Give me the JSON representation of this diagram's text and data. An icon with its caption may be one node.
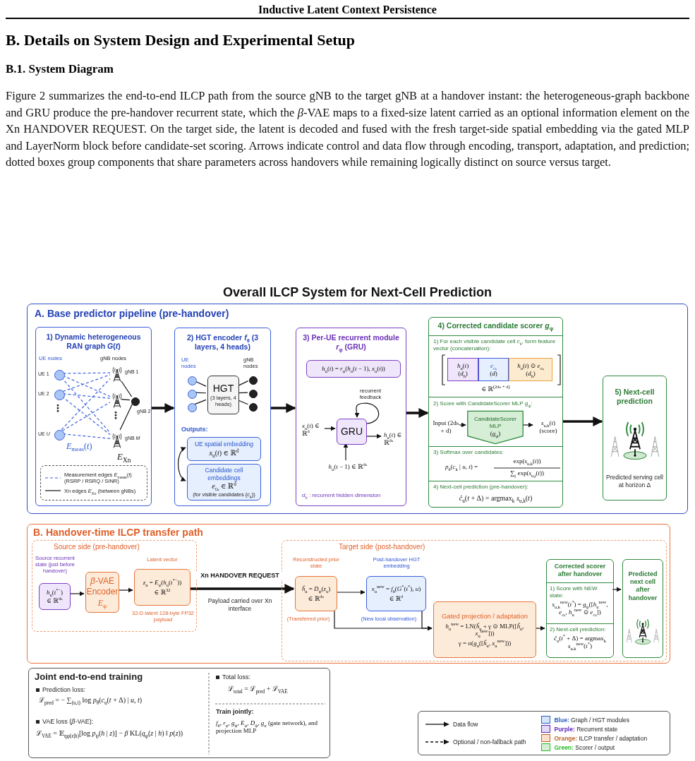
{
  "diagram": {
    "title": "Overall ILCP System for Next-Cell Prediction",
    "nodes": [
      {
        "text": [
          "A. Base predictor pipeline (pre-handover)"
        ]
      },
      {
        "text": [
          "1) Dynamic heterogeneous RAN graph *G*(*t*)"
        ],
        "in": 0
      },
      {
        "text": [],
        "shape": "circle",
        "in": 1,
        "beside": [
          "UE 1"
        ]
      },
      {
        "text": [],
        "shape": "circle",
        "in": 1,
        "beside": [
          "UE 2"
        ]
      },
      {
        "text": [],
        "shape": "circle",
        "in": 1,
        "beside": [
          "UE *U*"
        ]
      },
      {
        "text": [],
        "shape": "antenna",
        "in": 1,
        "beside": [
          "gNB 1"
        ]
      },
      {
        "text": [],
        "shape": "antenna",
        "in": 1
      },
      {
        "text": [],
        "shape": "circle",
        "in": 1,
        "beside": [
          "gNB 2"
        ]
      },
      {
        "text": [],
        "shape": "antenna",
        "in": 1,
        "beside": [
          "gNB *M*"
        ]
      },
      {
        "text": [
          "Measurement edges *E*$_{meas}$(*t*) (RSRP / RSRQ / SINR)",
          "Xn edges *E*$_{Xn}$ (between gNBs)"
        ],
        "in": 1
      },
      {
        "text": [
          "2) HGT encoder *f*$_{θ}$ (3 layers, 4 heads)"
        ],
        "in": 0
      },
      {
        "text": [],
        "shape": "circle",
        "in": 10
      },
      {
        "text": [],
        "shape": "circle",
        "in": 10
      },
      {
        "text": [],
        "shape": "circle",
        "in": 10
      },
      {
        "text": [
          "HGT",
          "(3 layers, 4 heads)"
        ],
        "in": 10
      },
      {
        "text": [],
        "shape": "circle",
        "in": 10
      },
      {
        "text": [],
        "shape": "circle",
        "in": 10
      },
      {
        "text": [],
        "shape": "circle",
        "in": 10
      },
      {
        "text": [
          "UE spatial embedding",
          "*x*$_{u}$(*t*) ∈ ℝ$^{d}$"
        ],
        "in": 10
      },
      {
        "text": [
          "Candidate cell embeddings",
          "*e*$_{cₖ}$ ∈ ℝ$^{d}$",
          "(for visible candidates {*c*$_{k}$})"
        ],
        "in": 10
      },
      {
        "text": [
          "3) Per-UE recurrent module *r*$_{φ}$ (GRU)"
        ],
        "in": 0
      },
      {
        "text": [
          "*h*$_{u}$(*t*) = *r*$_{φ}$(*h*$_{u}$(*t* − 1), *x*$_{u}$(*t*))"
        ],
        "in": 20
      },
      {
        "text": [
          "GRU"
        ],
        "in": 20
      },
      {
        "text": [
          "*x*$_{u}$(*t*) ∈ ℝ$^{d}$"
        ],
        "in": 20
      },
      {
        "text": [
          "*h*$_{u}$(*t*) ∈ ℝ$^{dₕ}$"
        ],
        "in": 20
      },
      {
        "text": [
          "*h*$_{u}$(*t* − 1) ∈ ℝ$^{dₕ}$"
        ],
        "in": 20
      },
      {
        "text": [
          "4) Corrected candidate scorer *g*$_{ψ}$"
        ],
        "in": 0
      },
      {
        "text": [
          "1) For each visible candidate cell *c*$_{k}$, form feature vector (concatenation):",
          "∈ ℝ$^{(2dₕ + d)}$"
        ],
        "in": 26
      },
      {
        "text": [
          "*h*$_{u}$(*t*)",
          "(*d*$_{h}$)"
        ],
        "in": 27
      },
      {
        "text": [
          "*e*$_{cₖ}$",
          "(*d*)"
        ],
        "in": 27
      },
      {
        "text": [
          "*h*$_{u}$(*t*) ⊙ *e*$_{cₖ}$",
          "(*d*$_{h}$)"
        ],
        "in": 27
      },
      {
        "text": [
          "2) Score with CandidateScorer MLP *g*$_{ψ}$:"
        ],
        "in": 26
      },
      {
        "text": [
          "Input (2dₕ + d)"
        ],
        "in": 31
      },
      {
        "text": [
          "CandidateScorer MLP",
          "(*g*$_{ψ}$)"
        ],
        "in": 31
      },
      {
        "text": [
          "*s*$_{u,k}$(*t*)",
          "(score)"
        ],
        "in": 31
      },
      {
        "text": [
          "3) Softmax over candidates:",
          "*p*$_{θ}$(*c*$_{k}$ | *u*, *t*) =",
          "exp(*s*$_{u,k}$(*t*))",
          "∑$_{j}$ exp(*s*$_{u,j}$(*t*))"
        ],
        "in": 26
      },
      {
        "text": [
          "4) Next-cell prediction (pre-handover):",
          "*ĉ*$_{u}$(*t* + Δ) = argmax$_{k}$ *s*$_{u,k}$(*t*)"
        ],
        "in": 26
      },
      {
        "text": [
          "5) Next-cell prediction",
          "Predicted serving cell at horizon Δ"
        ],
        "in": 0
      },
      {
        "text": [
          "B. Handover-time ILCP transfer path"
        ]
      },
      {
        "text": [
          "Source side (pre-handover)"
        ],
        "in": 38
      },
      {
        "text": [
          "*h*$_{u}$(*t*$^{*−}$)",
          "∈ ℝ$^{dₕ}$"
        ],
        "in": 39,
        "beside": [
          "Source recurrent state (just before handover)"
        ]
      },
      {
        "text": [
          "*β*-VAE Encoder",
          "*E*$_{φ}$"
        ],
        "in": 39
      },
      {
        "text": [
          "*z*$_{u}$ = *E*$_{φ}$(*h*$_{u}$(*t*$^{*−}$))",
          "∈ ℝ$^{32}$"
        ],
        "in": 39,
        "beside": [
          "Latent vector",
          "32-D latent 128-byte FP32 payload"
        ]
      },
      {
        "text": [
          "Target side (post-handover)"
        ],
        "in": 38
      },
      {
        "text": [
          "*ĥ*$_{u}$ = *D*$_{ψ}$(*z*$_{u}$)",
          "∈ ℝ$^{dₕ}$"
        ],
        "in": 43,
        "beside": [
          "Reconstructed prior state",
          "(Transferred prior)"
        ]
      },
      {
        "text": [
          "*x*$_{u}$$^{new}$ = *f*$_{θ}$(*G*$^{*}$(*t*$^{*}$), *u*)",
          "∈ ℝ$^{d}$"
        ],
        "in": 43,
        "beside": [
          "Post-handover HGT embedding",
          "(New local observation)"
        ]
      },
      {
        "text": [
          "Gated projection / adaptation",
          "*h*$_{u}$$^{new}$ = LN(*ĥ*$_{u}$ + γ ⊙ MLP([*ĥ*$_{u}$, *x*$_{u}$$^{new}$]))",
          "γ = σ(*g*$_{α}$([*ĥ*$_{u}$, *x*$_{u}$$^{new}$]))"
        ],
        "in": 43
      },
      {
        "text": [
          "Corrected scorer after handover"
        ],
        "in": 43
      },
      {
        "text": [
          "1) Score with NEW state:",
          "*s*$_{u,k}$$^{new}$(*t*$^{*}$) = *g*$_{ψ}$([*h*$_{u}$$^{new}$, *e*$_{cₖ}$, *h*$_{u}$$^{new}$ ⊙ *e*$_{cₖ}$])"
        ],
        "in": 47
      },
      {
        "text": [
          "2) Next-cell prediction:",
          "*ĉ*$_{u}$(*t*$^{*}$ + Δ) = argmax$_{k}$ *s*$_{u,k}$$^{new}$(*t*$^{*}$)"
        ],
        "in": 47
      },
      {
        "text": [
          "Predicted next cell after handover"
        ],
        "in": 43
      },
      {
        "text": [
          "Joint end-to-end training",
          "Prediction loss:",
          "ℒ$_{pred}$ = − ∑$_{(u,t)}$ log *p*$_{θ}$(*c*$_{u}$(*t* + Δ) | *u*, *t*)",
          "VAE loss (*β*-VAE):",
          "ℒ$_{VAE}$ = 𝔼$_{qφ(z|h)}$[log *p*$_{ψ}$(*h* | *z*)] − *β* KL(*q*$_{φ}$(*z* | *h*) ‖ *p*(*z*))",
          "Total loss:",
          "ℒ$_{total}$ = ℒ$_{pred}$ + ℒ$_{VAE}$",
          "Train jointly:",
          "*f*$_{θ}$, *r*$_{φ}$, *g*$_{ψ}$, *E*$_{φ}$, *D*$_{ψ}$, *g*$_{α}$ (gate network), and projection MLP"
        ]
      }
    ],
    "edges": [
      {
        "from": 2,
        "to": 5,
        "arrow": "none",
        "style": "dashed",
        "color": "#3b5fd9"
      },
      {
        "from": 2,
        "to": 6,
        "arrow": "none",
        "style": "dashed",
        "color": "#3b5fd9"
      },
      {
        "from": 2,
        "to": 8,
        "arrow": "none",
        "style": "dashed",
        "color": "#3b5fd9"
      },
      {
        "from": 3,
        "to": 5,
        "arrow": "none",
        "style": "dashed",
        "color": "#3b5fd9"
      },
      {
        "from": 3,
        "to": 6,
        "arrow": "none",
        "style": "dashed",
        "color": "#3b5fd9"
      },
      {
        "from": 3,
        "to": 8,
        "arrow": "none",
        "style": "dashed",
        "color": "#3b5fd9"
      },
      {
        "from": 4,
        "to": 5,
        "arrow": "none",
        "style": "dashed",
        "color": "#3b5fd9"
      },
      {
        "from": 4,
        "to": 6,
        "arrow": "none",
        "style": "dashed",
        "color": "#3b5fd9"
      },
      {
        "from": 4,
        "to": 8,
        "arrow": "none",
        "style": "dashed",
        "color": "#3b5fd9"
      },
      {
        "from": 5,
        "to": 7,
        "arrow": "none"
      },
      {
        "from": 6,
        "to": 7,
        "arrow": "none"
      },
      {
        "from": 8,
        "to": 7,
        "arrow": "none"
      },
      {
        "from": 11,
        "to": 14,
        "arrow": "none"
      },
      {
        "from": 12,
        "to": 14,
        "arrow": "none"
      },
      {
        "from": 13,
        "to": 14,
        "arrow": "none"
      },
      {
        "from": 14,
        "to": 15,
        "arrow": "none"
      },
      {
        "from": 14,
        "to": 16,
        "arrow": "none"
      },
      {
        "from": 14,
        "to": 17,
        "arrow": "none"
      },
      {
        "from": 18,
        "to": 19,
        "arrow": "both"
      },
      {
        "from": 1,
        "to": 10,
        "arrow": "to",
        "style": "thick"
      },
      {
        "from": 10,
        "to": 20,
        "arrow": "to",
        "style": "thick"
      },
      {
        "from": 20,
        "to": 26,
        "arrow": "to",
        "style": "thick"
      },
      {
        "from": 26,
        "to": 37,
        "arrow": "to",
        "style": "thick"
      },
      {
        "from": 23,
        "to": 22,
        "arrow": "to"
      },
      {
        "from": 22,
        "to": 24,
        "arrow": "to"
      },
      {
        "from": 25,
        "to": 22,
        "arrow": "to"
      },
      {
        "from": 22,
        "to": 22,
        "arrow": "to",
        "label": "recurrent feedback"
      },
      {
        "from": 32,
        "to": 33,
        "arrow": "to"
      },
      {
        "from": 33,
        "to": 34,
        "arrow": "to"
      },
      {
        "from": 40,
        "to": 41,
        "arrow": "to"
      },
      {
        "from": 41,
        "to": 42,
        "arrow": "to"
      },
      {
        "from": 42,
        "to": 44,
        "arrow": "to",
        "style": "thick",
        "label": "Xn HANDOVER REQUEST"
      },
      {
        "from": 44,
        "to": 45,
        "arrow": "to"
      },
      {
        "from": 44,
        "to": 46,
        "arrow": "to"
      },
      {
        "from": 45,
        "to": 46,
        "arrow": "to"
      },
      {
        "from": 46,
        "to": 47,
        "arrow": "to"
      },
      {
        "from": 47,
        "to": 50,
        "arrow": "to"
      }
    ],
    "labels": [
      "Inductive Latent Context Persistence",
      "B. Details on System Design and Experimental Setup",
      "B.1. System Diagram",
      "Figure 2 summarizes the end-to-end ILCP path from the source gNB to the target gNB at a handover instant: the heterogeneous-graph backbone and GRU produce the pre-handover recurrent state, which the *β*-VAE maps to a fixed-size latent carried as an optional information element on the Xn HANDOVER REQUEST. On the target side, the latent is decoded and fused with the fresh target-side spatial embedding via the gated MLP and LayerNorm block before candidate-set scoring. Arrows indicate control and data flow through encoding, transport, adaptation, and prediction; dotted boxes group components that share parameters across handovers while remaining logically distinct on source versus target.",
      "UE nodes",
      "gNB nodes",
      "⋮",
      "⋮",
      "*E*$_{meas}$(*t*)",
      "*E*$_{Xn}$",
      "UE nodes",
      "gNB nodes",
      "Outputs:",
      "*d*$_{h}$ : recurrent hidden dimension",
      "Payload carried over Xn interface"
    ],
    "legend": [
      {
        "text": "Data flow"
      },
      {
        "text": "Optional / non-fallback path"
      },
      {
        "text": "**Blue:** Graph / HGT modules",
        "color": "#d6e4fb"
      },
      {
        "text": "**Purple:** Recurrent state",
        "color": "#e4d9f7"
      },
      {
        "text": "**Orange:** ILCP transfer / adaptation",
        "color": "#fde0cc"
      },
      {
        "text": "**Green:** Scorer / output",
        "color": "#d6eed6"
      }
    ]
  }
}
